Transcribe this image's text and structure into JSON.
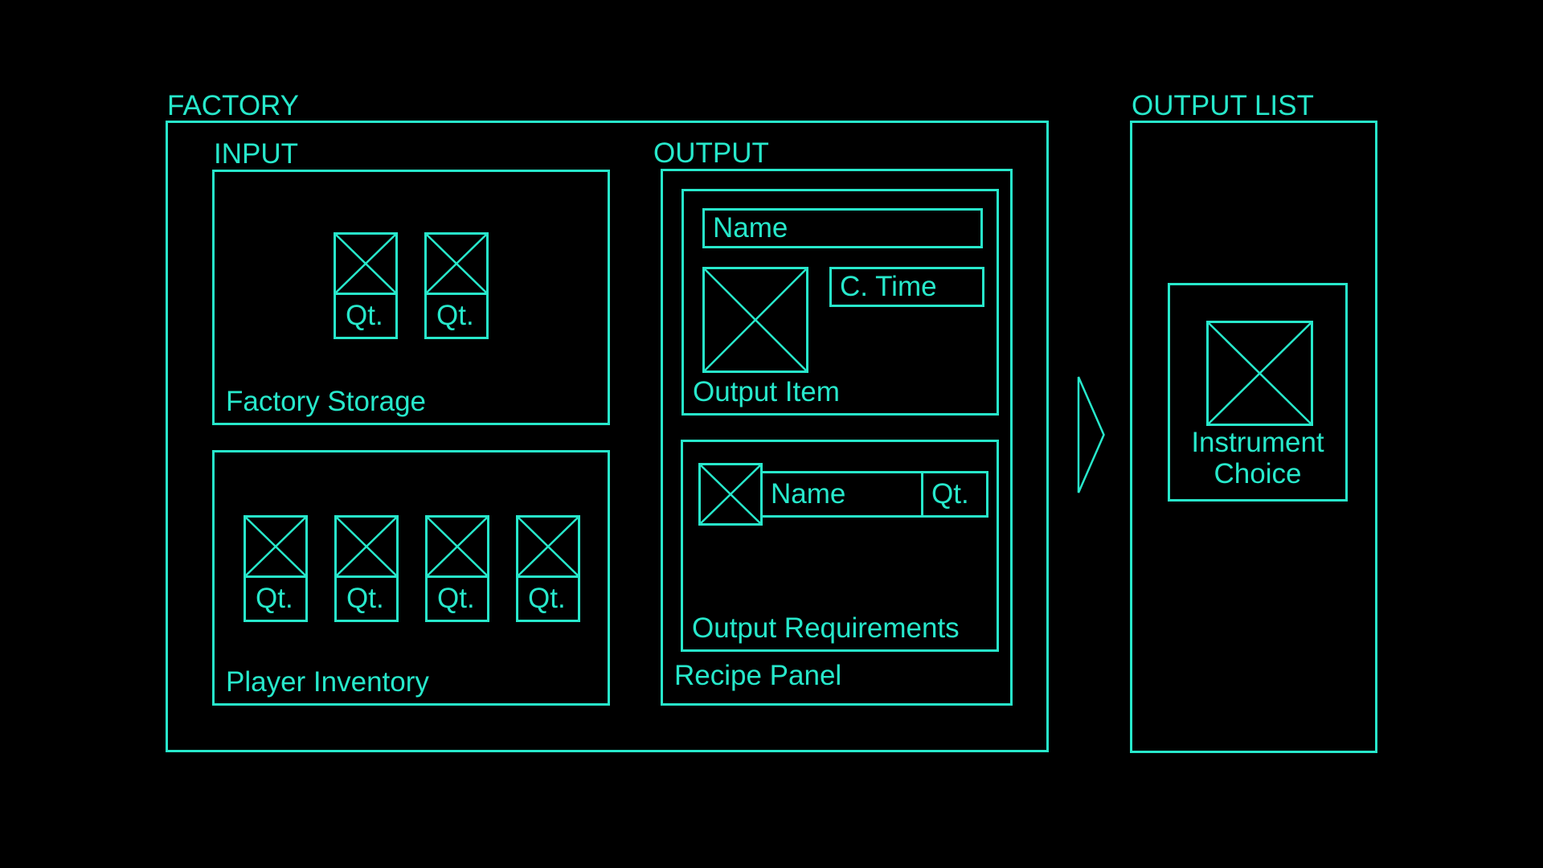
{
  "diagram": {
    "colors": {
      "background": "#000000",
      "stroke": "#27e8cb"
    },
    "factory": {
      "title": "FACTORY",
      "input": {
        "title": "INPUT",
        "factory_storage": {
          "label": "Factory Storage",
          "slots": [
            {
              "qty": "Qt."
            },
            {
              "qty": "Qt."
            }
          ]
        },
        "player_inventory": {
          "label": "Player Inventory",
          "slots": [
            {
              "qty": "Qt."
            },
            {
              "qty": "Qt."
            },
            {
              "qty": "Qt."
            },
            {
              "qty": "Qt."
            }
          ]
        }
      },
      "output": {
        "title": "OUTPUT",
        "recipe_panel": {
          "label": "Recipe Panel",
          "output_item": {
            "label": "Output Item",
            "name_field": "Name",
            "crafting_time_field": "C. Time"
          },
          "output_requirements": {
            "label": "Output Requirements",
            "name_field": "Name",
            "qty_field": "Qt."
          }
        }
      }
    },
    "output_list": {
      "title": "OUTPUT LIST",
      "instrument_choice": {
        "label": "Instrument\nChoice"
      }
    }
  }
}
